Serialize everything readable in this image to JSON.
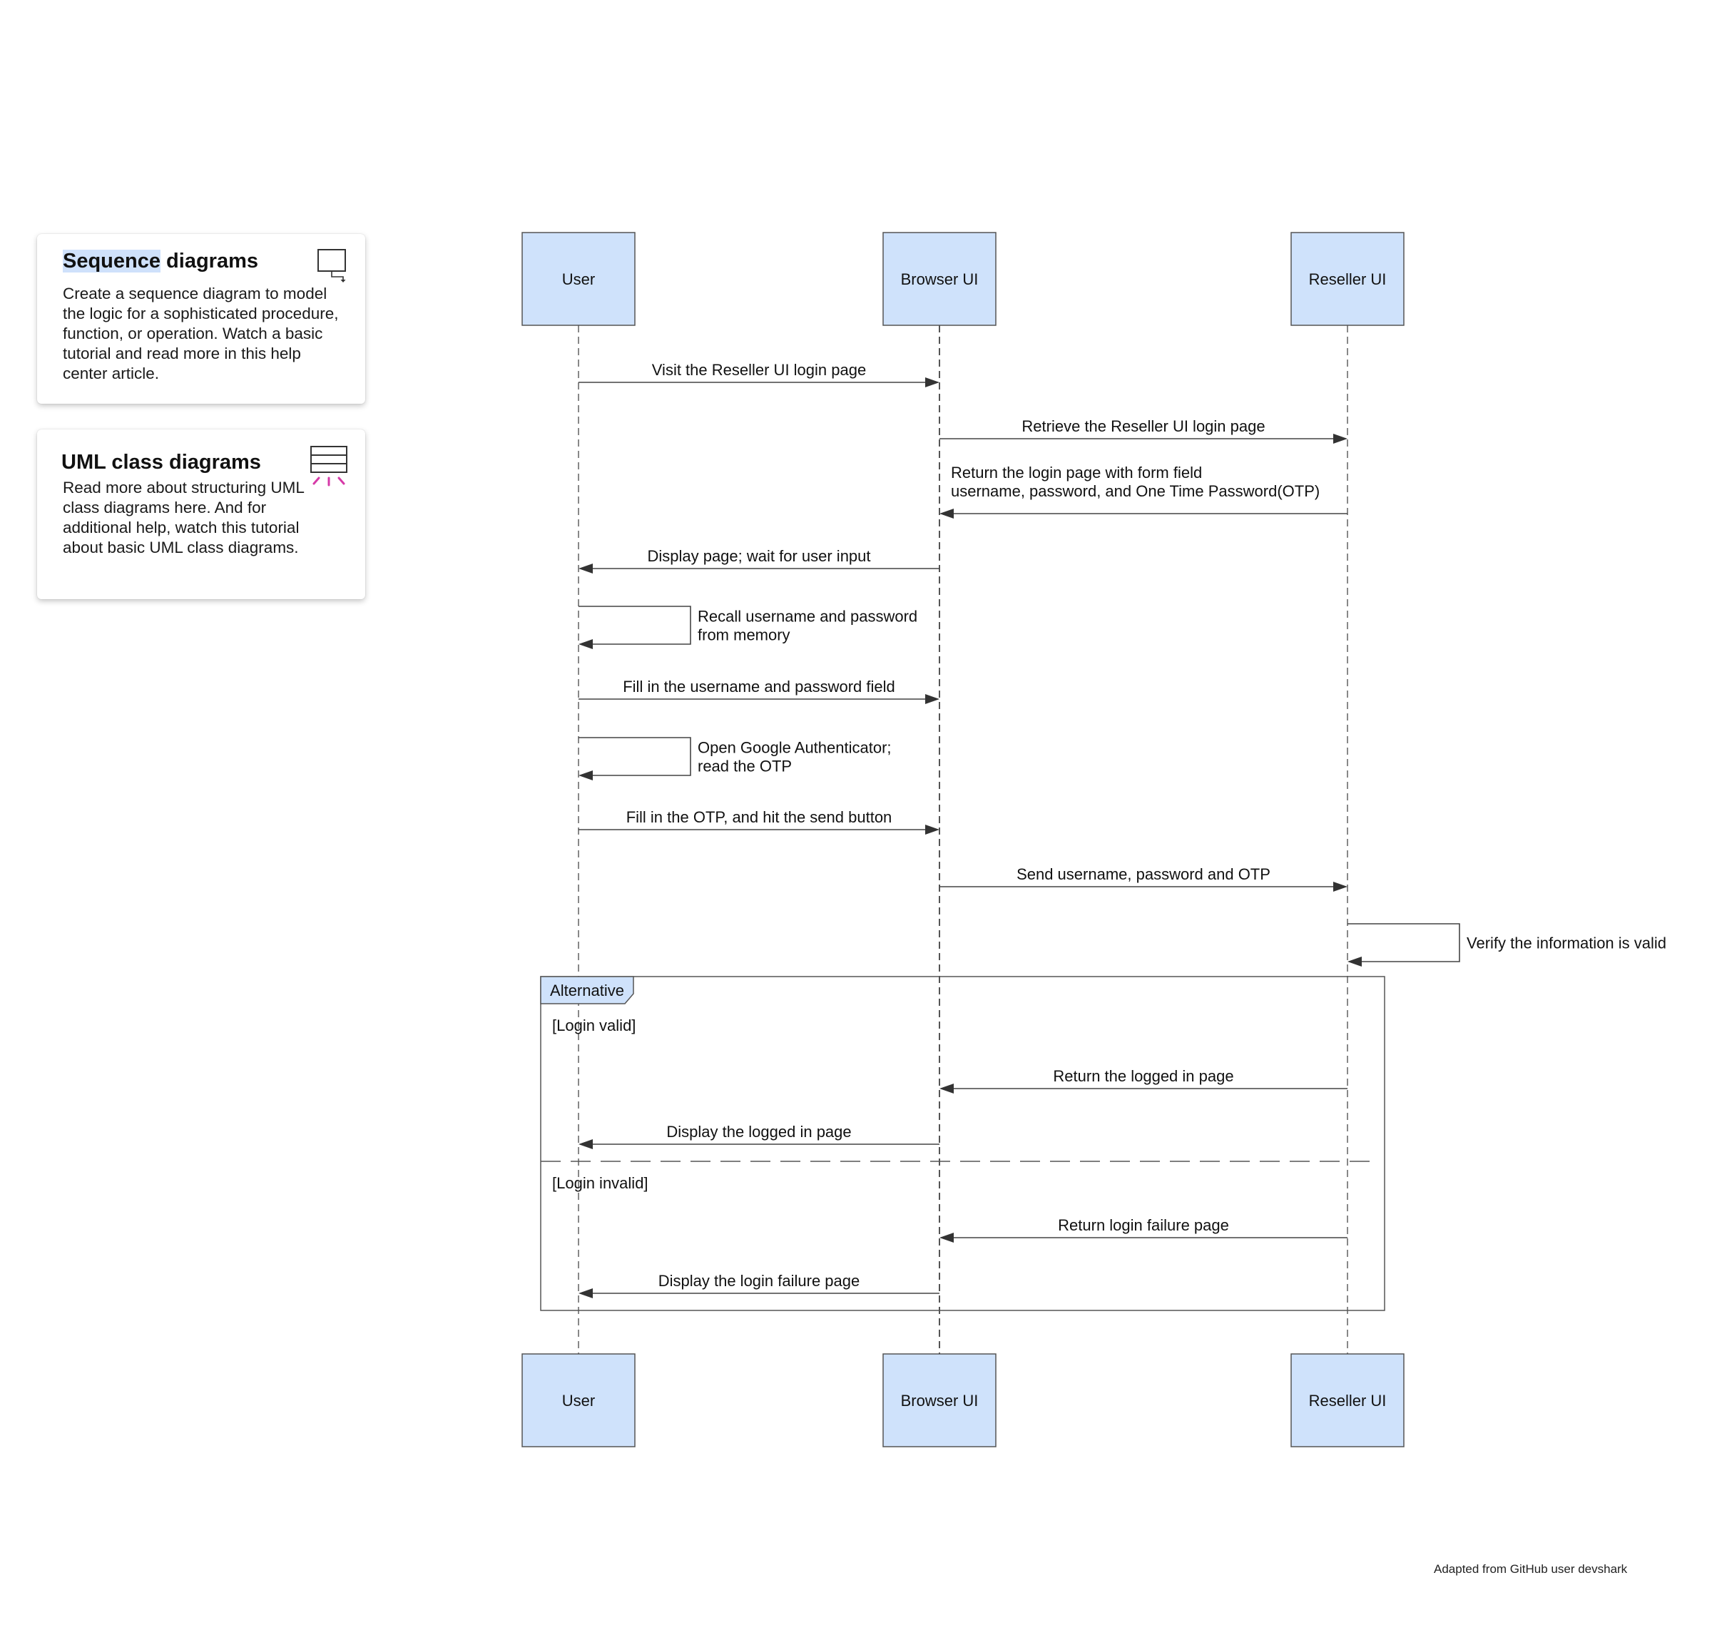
{
  "cards": [
    {
      "title_highlight": "Sequence",
      "title_rest": " diagrams",
      "body": "Create a sequence diagram to model the logic for a sophisticated procedure, function, or operation. Watch a basic tutorial and read more in this help center article.",
      "icon": "sequence-diagram-icon"
    },
    {
      "title": "UML class diagrams",
      "body": "Read more about structuring UML class diagrams here. And for additional help, watch this tutorial about basic UML class diagrams.",
      "icon": "class-diagram-icon"
    }
  ],
  "diagram": {
    "participants": [
      "User",
      "Browser UI",
      "Reseller UI"
    ],
    "messages": [
      {
        "from": 0,
        "to": 1,
        "lines": [
          "Visit the Reseller UI login page"
        ]
      },
      {
        "from": 1,
        "to": 2,
        "lines": [
          "Retrieve the Reseller UI login page"
        ]
      },
      {
        "from": 2,
        "to": 1,
        "lines": [
          "Return the login page with form field",
          "username, password, and One Time Password(OTP)"
        ]
      },
      {
        "from": 1,
        "to": 0,
        "lines": [
          "Display page; wait for user input"
        ]
      },
      {
        "from": 0,
        "to": 0,
        "lines": [
          "Recall username and password",
          "from memory"
        ]
      },
      {
        "from": 0,
        "to": 1,
        "lines": [
          "Fill in the username and password field"
        ]
      },
      {
        "from": 0,
        "to": 0,
        "lines": [
          "Open Google Authenticator;",
          "read the OTP"
        ]
      },
      {
        "from": 0,
        "to": 1,
        "lines": [
          "Fill in the OTP, and hit the send button"
        ]
      },
      {
        "from": 1,
        "to": 2,
        "lines": [
          "Send username, password and OTP"
        ]
      },
      {
        "from": 2,
        "to": 2,
        "lines": [
          "Verify the information is valid"
        ]
      }
    ],
    "fragment": {
      "label": "Alternative",
      "sections": [
        {
          "guard": "[Login valid]",
          "messages": [
            {
              "from": 2,
              "to": 1,
              "lines": [
                "Return the logged in page"
              ]
            },
            {
              "from": 1,
              "to": 0,
              "lines": [
                "Display the logged in page"
              ]
            }
          ]
        },
        {
          "guard": "[Login invalid]",
          "messages": [
            {
              "from": 2,
              "to": 1,
              "lines": [
                "Return login failure page"
              ]
            },
            {
              "from": 1,
              "to": 0,
              "lines": [
                "Display the login failure page"
              ]
            }
          ]
        }
      ]
    }
  },
  "credit": "Adapted from GitHub user devshark",
  "colors": {
    "participant_fill": "#cfe2fb",
    "participant_stroke": "#555555",
    "line": "#444444",
    "fragment_label_fill": "#cfe2fb",
    "card_title_highlight": "#cfe1fb",
    "icon_accent": "#d63aa8"
  }
}
